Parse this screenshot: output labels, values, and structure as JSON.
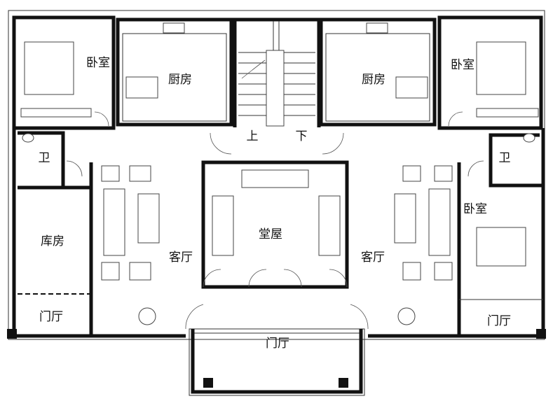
{
  "rooms": {
    "bedroom_top_left": "卧室",
    "kitchen_left": "厨房",
    "kitchen_right": "厨房",
    "bedroom_top_right": "卧室",
    "bath_left": "卫",
    "bath_right": "卫",
    "storage": "库房",
    "living_left": "客厅",
    "hall": "堂屋",
    "living_right": "客厅",
    "bedroom_right": "卧室",
    "foyer_left": "门厅",
    "foyer_center": "门厅",
    "foyer_right": "门厅"
  },
  "stairs": {
    "up": "上",
    "down": "下"
  }
}
